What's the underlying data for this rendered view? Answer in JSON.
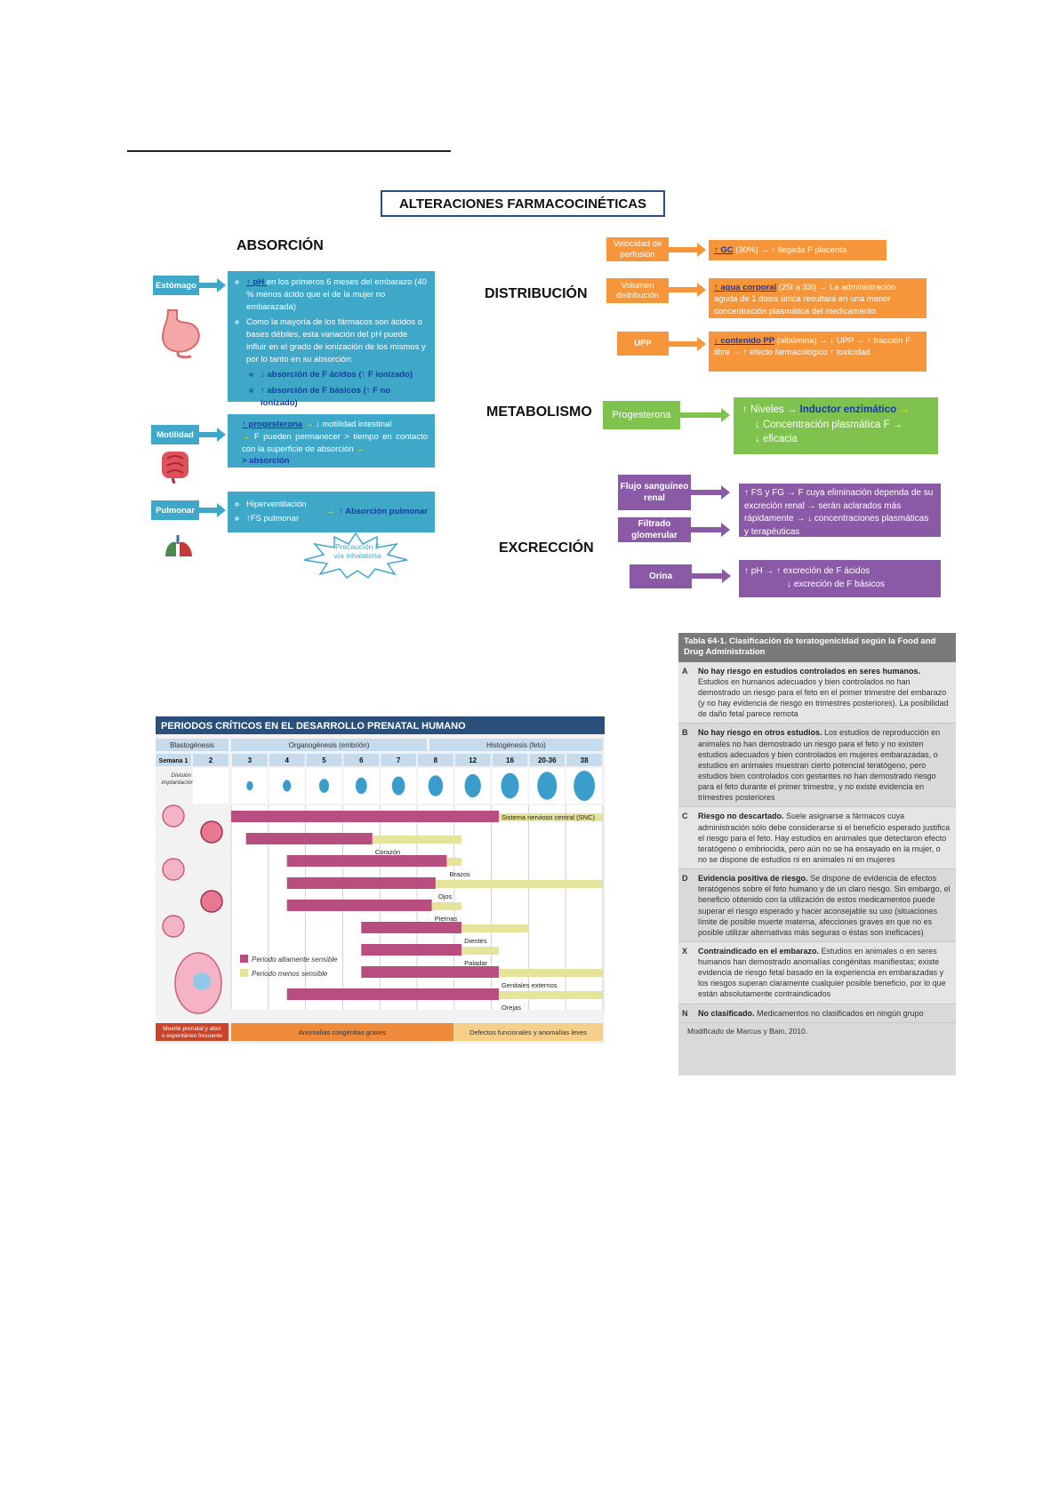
{
  "title": "ALTERACIONES FARMACOCINÉTICAS",
  "absorcion": {
    "heading": "ABSORCIÓN",
    "estomago": {
      "label": "Estómago",
      "ph_link": "↑ pH ",
      "ph_text": "en los primeros 6 meses del embarazo (40 % menos ácido que el de la mujer no embarazada)",
      "text2": "Como la mayoría de los fármacos son ácidos o bases débiles, esta variación del pH puede influir en el grado de ionización de los mismos y por lo tanto en su absorción:",
      "sub1": "↓ absorción de F ácidos (↑ F ionizado)",
      "sub2": "↑ absorción de F básicos (↑ F no ionizado)"
    },
    "motilidad": {
      "label": "Motilidad",
      "link": "↑ progesterona",
      "arrow": " → ",
      "text1": "↓ motilidad intestinal",
      "text2": " F pueden permanecer > tiempo en contacto con la superficie de absorción ",
      "text3": "> absorción"
    },
    "pulmonar": {
      "label": "Pulmonar",
      "item1": "Hiperventilación",
      "item2": "↑FS pulmonar",
      "result": "↑ Absorción pulmonar",
      "star": "Precaución F vía inhalatoria"
    }
  },
  "distribucion": {
    "heading": "DISTRIBUCIÓN",
    "velocidad": {
      "label": "Velocidad de perfusión",
      "link": "↑ GC",
      "text": " (30%) → ↑ llegada F placenta"
    },
    "volumen": {
      "label": "Volumen distribución",
      "link": "↑ agua corporal",
      "text": " (25l a 33l) → La administración aguda de 1 dosis única resultará en una menor concentración plasmática del medicamento"
    },
    "upp": {
      "label": "UPP",
      "link": "↓ contenido PP",
      "text": " (albúmina) → ↓ UPP → ↑ fracción F libre → ↑ efecto farmacológico ↑ toxicidad"
    }
  },
  "metabolismo": {
    "heading": "METABOLISMO",
    "label": "Progesterona",
    "line1a": "↑ Niveles → ",
    "line1b": "Inductor enzimático",
    "line1c": " →",
    "line2": "↓ Concentración plasmática F →",
    "line3": "↓ eficacia"
  },
  "excrecion": {
    "heading": "EXCRECCIÓN",
    "flujo": "Flujo sanguíneo renal",
    "filtrado": "Filtrado glomerular",
    "renal_text": "↑ FS y FG → F cuya eliminación dependa de su excreción renal → serán aclarados más rápidamente → ↓ concentraciones plasmáticas y terapéuticas",
    "orina": "Orina",
    "orina_line1": "↑ pH → ↑ excreción de F ácidos",
    "orina_line2": "↓ excreción de F básicos"
  },
  "periodos": {
    "title": "PERIODOS CRÍTICOS EN EL DESARROLLO PRENATAL HUMANO",
    "phases": [
      "Blastogénesis",
      "Organogénesis (embrión)",
      "Histogénesis (feto)"
    ],
    "semana_label": "Semana 1",
    "weeks": [
      "2",
      "3",
      "4",
      "5",
      "6",
      "7",
      "8",
      "12",
      "16",
      "20-36",
      "38"
    ],
    "division": "División celular, implantación y embrión",
    "organs": [
      {
        "name": "Sistema nervioso central (SNC)",
        "high": [
          0.0,
          0.72
        ],
        "low": [
          0.72,
          1.0
        ]
      },
      {
        "name": "Corazón",
        "high": [
          0.04,
          0.38
        ],
        "low": [
          0.38,
          0.62
        ]
      },
      {
        "name": "Brazos",
        "high": [
          0.15,
          0.58
        ],
        "low": [
          0.58,
          0.62
        ]
      },
      {
        "name": "Ojos",
        "high": [
          0.15,
          0.55
        ],
        "low": [
          0.55,
          1.0
        ]
      },
      {
        "name": "Piernas",
        "high": [
          0.15,
          0.54
        ],
        "low": [
          0.54,
          0.62
        ]
      },
      {
        "name": "Dientes",
        "high": [
          0.35,
          0.62
        ],
        "low": [
          0.62,
          0.8
        ]
      },
      {
        "name": "Paladar",
        "high": [
          0.35,
          0.62
        ],
        "low": [
          0.62,
          0.72
        ]
      },
      {
        "name": "Genitales externos",
        "high": [
          0.35,
          0.72
        ],
        "low": [
          0.72,
          1.0
        ]
      },
      {
        "name": "Orejas",
        "high": [
          0.15,
          0.72
        ],
        "low": [
          0.72,
          1.0
        ]
      }
    ],
    "legend_high": "Periodo altamente sensible",
    "legend_low": "Periodo menos sensible",
    "footer": [
      "Muerte prenatal y aborto espontáneo frecuente",
      "Anomalías congénitas graves",
      "Defectos funcionales y anomalías leves"
    ]
  },
  "tabla": {
    "title": "Tabla 64-1. Clasificación de teratogenicidad según la Food and Drug Administration",
    "rows": [
      {
        "cat": "A",
        "head": "No hay riesgo en estudios controlados en seres humanos.",
        "text": "Estudios en humanos adecuados y bien controlados no han demostrado un riesgo para el feto en el primer trimestre del embarazo (y no hay evidencia de riesgo en trimestres posteriores). La posibilidad de daño fetal parece remota"
      },
      {
        "cat": "B",
        "head": "No hay riesgo en otros estudios.",
        "text": "Los estudios de reproducción en animales no han demostrado un riesgo para el feto y no existen estudios adecuados y bien controlados en mujeres embarazadas, o estudios en animales muestran cierto potencial teratógeno, pero estudios bien controlados con gestantes no han demostrado riesgo para el feto durante el primer trimestre, y no existe evidencia en trimestres posteriores"
      },
      {
        "cat": "C",
        "head": "Riesgo no descartado.",
        "text": "Suele asignarse a fármacos cuya administración sólo debe considerarse si el beneficio esperado justifica el riesgo para el feto. Hay estudios en animales que detectaron efecto teratógeno o embriocida, pero aún no se ha ensayado en la mujer, o no se dispone de estudios ni en animales ni en mujeres"
      },
      {
        "cat": "D",
        "head": "Evidencia positiva de riesgo.",
        "text": "Se dispone de evidencia de efectos teratógenos sobre el feto humano y de un claro riesgo. Sin embargo, el beneficio obtenido con la utilización de estos medicamentos puede superar el riesgo esperado y hacer aconsejable su uso (situaciones límite de posible muerte materna, afecciones graves en que no es posible utilizar alternativas más seguras o éstas son ineficaces)"
      },
      {
        "cat": "X",
        "head": "Contraindicado en el embarazo.",
        "text": "Estudios en animales o en seres humanos han demostrado anomalías congénitas manifiestas; existe evidencia de riesgo fetal basado en la experiencia en embarazadas y los riesgos superan claramente cualquier posible beneficio, por lo que están absolutamente contraindicados"
      },
      {
        "cat": "N",
        "head": "No clasificado.",
        "text": "Medicamentos no clasificados en ningún grupo"
      }
    ],
    "source": "Modificado de Marcus y Bain, 2010."
  },
  "colors": {
    "teal": "#3fa8c8",
    "orange": "#f6953a",
    "green": "#7fc24e",
    "purple": "#8a5aa6",
    "bar_high": "#b84d7f",
    "bar_low": "#e6e39a"
  }
}
